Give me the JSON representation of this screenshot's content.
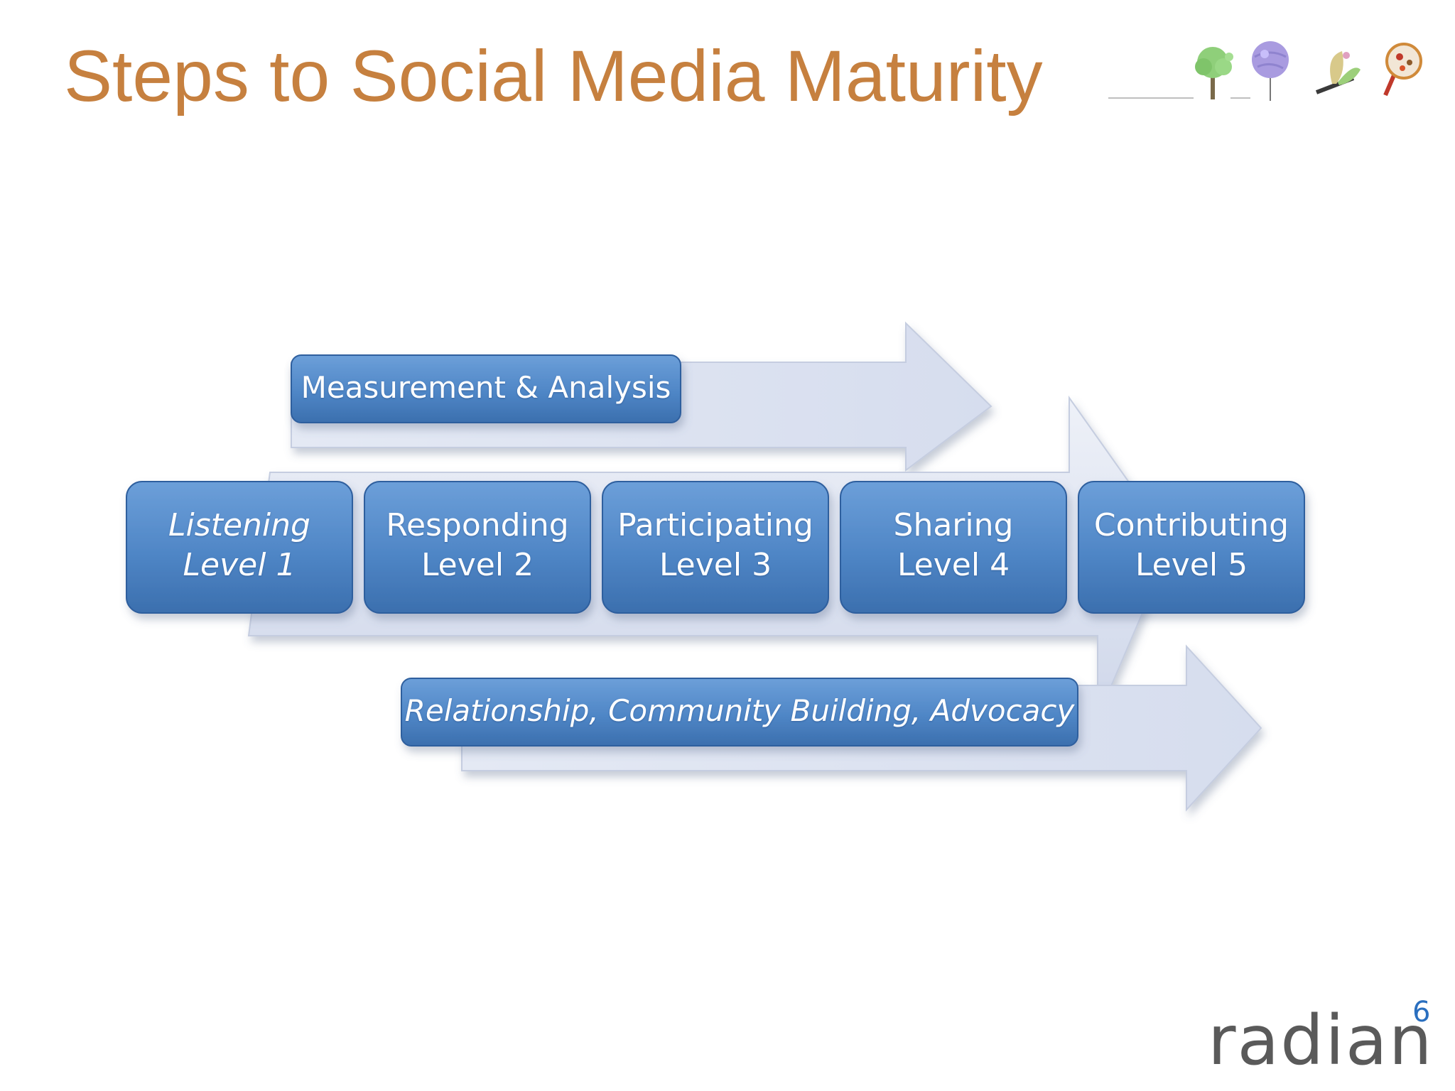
{
  "slide": {
    "title": "Steps to Social Media Maturity"
  },
  "diagram": {
    "top_bar": "Measurement & Analysis",
    "bottom_bar": "Relationship, Community Building, Advocacy",
    "levels": [
      {
        "name": "Listening",
        "level": "Level 1"
      },
      {
        "name": "Responding",
        "level": "Level 2"
      },
      {
        "name": "Participating",
        "level": "Level 3"
      },
      {
        "name": "Sharing",
        "level": "Level 4"
      },
      {
        "name": "Contributing",
        "level": "Level 5"
      }
    ]
  },
  "corner_icons": [
    "tree-icon",
    "balloon-globe-icon",
    "butterfly-icon",
    "magnifier-icon"
  ],
  "logo": {
    "text": "radian",
    "superscript": "6"
  },
  "colors": {
    "title": "#c6803f",
    "box_fill": "#4f86c6",
    "arrow_fill": "#dde3f1",
    "logo_text": "#5a5a5a",
    "logo_accent": "#2a6fbf"
  }
}
